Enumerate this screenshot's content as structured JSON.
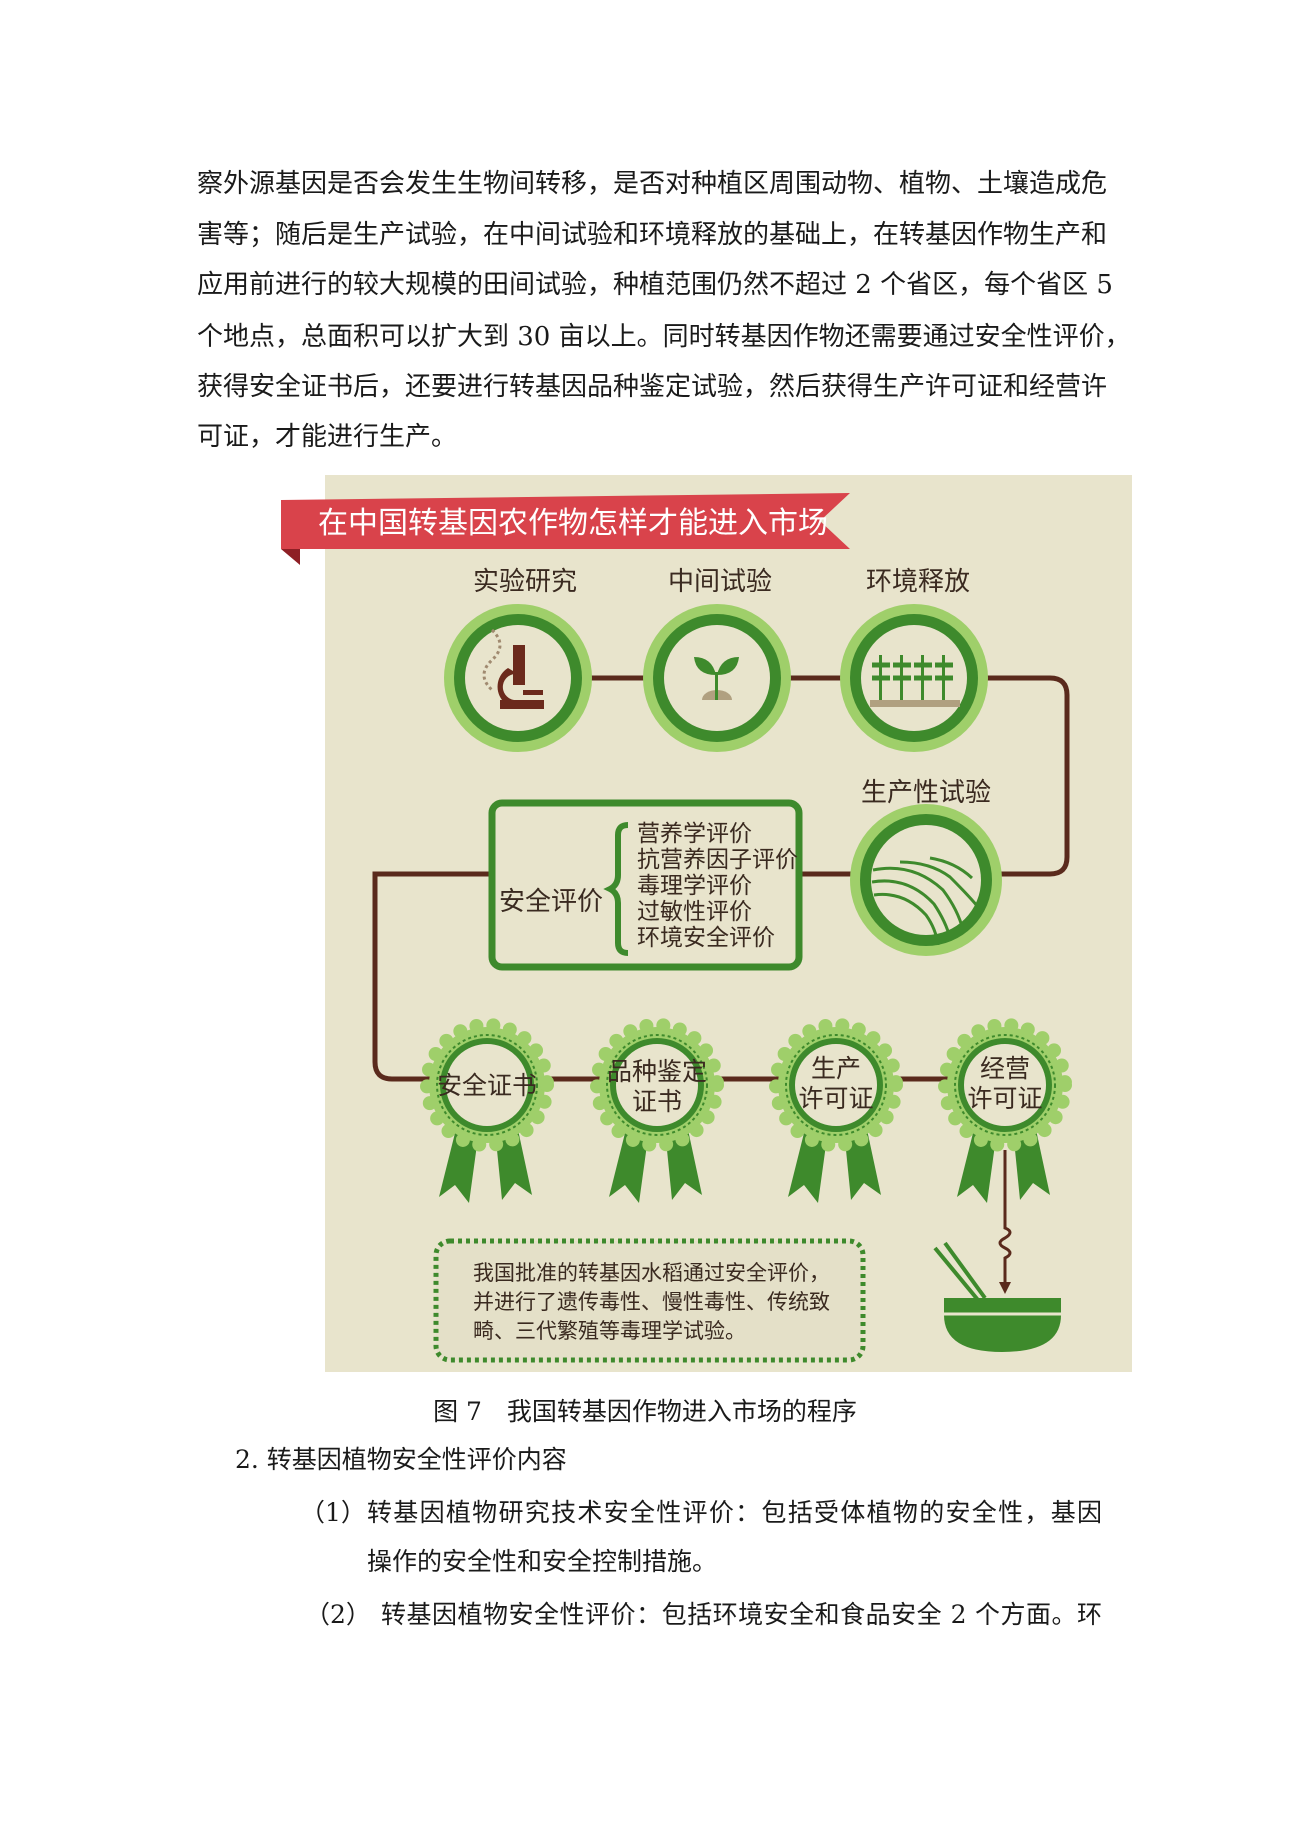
{
  "body_lines": [
    "察外源基因是否会发生生物间转移，是否对种植区周围动物、植物、土壤造成危",
    "害等；随后是生产试验，在中间试验和环境释放的基础上，在转基因作物生产和",
    "应用前进行的较大规模的田间试验，种植范围仍然不超过 2 个省区，每个省区 5",
    "个地点，总面积可以扩大到 30 亩以上。同时转基因作物还需要通过安全性评价，",
    "获得安全证书后，还要进行转基因品种鉴定试验，然后获得生产许可证和经营许",
    "可证，才能进行生产。"
  ],
  "infographic": {
    "title": "在中国转基因农作物怎样才能进入市场",
    "stages": [
      "实验研究",
      "中间试验",
      "环境释放",
      "生产性试验"
    ],
    "safety_eval": {
      "label": "安全评价",
      "items": [
        "营养学评价",
        "抗营养因子评价",
        "毒理学评价",
        "过敏性评价",
        "环境安全评价"
      ]
    },
    "certificates": [
      {
        "line1": "安全证书",
        "line2": ""
      },
      {
        "line1": "品种鉴定",
        "line2": "证书"
      },
      {
        "line1": "生产",
        "line2": "许可证"
      },
      {
        "line1": "经营",
        "line2": "许可证"
      }
    ],
    "note_lines": [
      "我国批准的转基因水稻通过安全评价，",
      "并进行了遗传毒性、慢性毒性、传统致",
      "畸、三代繁殖等毒理学试验。"
    ],
    "colors": {
      "bg": "#e8e4cc",
      "dark_green": "#3e8a2c",
      "light_green": "#9fcf6a",
      "brown": "#5a2a1c",
      "red": "#d9434b"
    }
  },
  "caption": "图 7　我国转基因作物进入市场的程序",
  "section": {
    "heading": "2.  转基因植物安全性评价内容",
    "items": [
      {
        "num": "（1）",
        "text": "转基因植物研究技术安全性评价：包括受体植物的安全性，基因",
        "cont": "操作的安全性和安全控制措施。"
      },
      {
        "num": "（2）",
        "text": "转基因植物安全性评价：包括环境安全和食品安全 2 个方面。环"
      }
    ]
  }
}
